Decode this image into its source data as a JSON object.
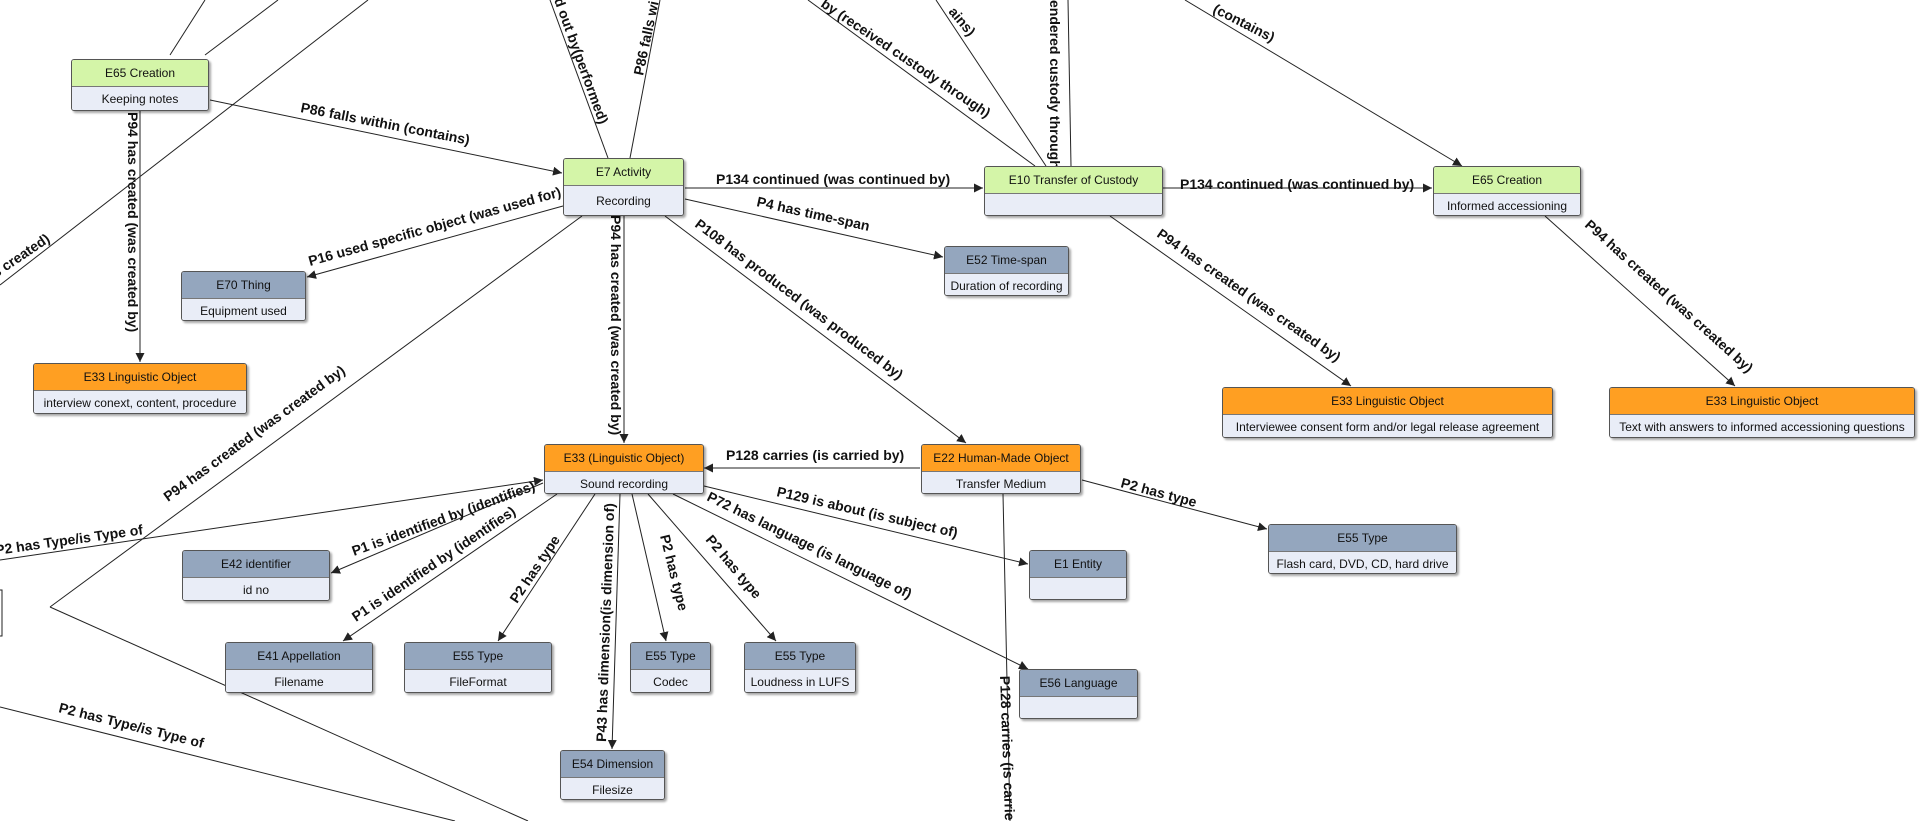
{
  "colors": {
    "activity_header": "#d4f5a8",
    "linguistic_header": "#ff9f22",
    "type_header": "#94a6be",
    "node_body": "#e9edf7",
    "edge": "#222222"
  },
  "nodes": [
    {
      "id": "creation_notes",
      "class": "E65 Creation",
      "label": "Keeping notes",
      "kind": "green"
    },
    {
      "id": "activity",
      "class": "E7 Activity",
      "label": "Recording",
      "kind": "green"
    },
    {
      "id": "custody",
      "class": "E10 Transfer of Custody",
      "label": "",
      "kind": "green"
    },
    {
      "id": "creation_informed",
      "class": "E65 Creation",
      "label": "Informed accessioning",
      "kind": "green"
    },
    {
      "id": "thing",
      "class": "E70 Thing",
      "label": "Equipment used",
      "kind": "blue"
    },
    {
      "id": "timespan",
      "class": "E52 Time-span",
      "label": "Duration of recording",
      "kind": "blue"
    },
    {
      "id": "ling_notes",
      "class": "E33 Linguistic Object",
      "label": "interview conext, content, procedure",
      "kind": "orange"
    },
    {
      "id": "ling_consent",
      "class": "E33 Linguistic Object",
      "label": "Interviewee consent form and/or legal release agreement",
      "kind": "orange"
    },
    {
      "id": "ling_answers",
      "class": "E33 Linguistic Object",
      "label": "Text with answers to informed accessioning questions",
      "kind": "orange"
    },
    {
      "id": "sound",
      "class": "E33 (Linguistic Object)",
      "label": "Sound recording",
      "kind": "orange"
    },
    {
      "id": "humanmade",
      "class": "E22 Human-Made Object",
      "label": "Transfer Medium",
      "kind": "orange"
    },
    {
      "id": "type_medium",
      "class": "E55 Type",
      "label": "Flash card, DVD, CD, hard drive",
      "kind": "blue"
    },
    {
      "id": "identifier",
      "class": "E42 identifier",
      "label": "id no",
      "kind": "blue"
    },
    {
      "id": "entity",
      "class": "E1 Entity",
      "label": "",
      "kind": "blue"
    },
    {
      "id": "appellation",
      "class": "E41 Appellation",
      "label": "Filename",
      "kind": "blue"
    },
    {
      "id": "type_format",
      "class": "E55 Type",
      "label": "FileFormat",
      "kind": "blue"
    },
    {
      "id": "type_codec",
      "class": "E55 Type",
      "label": "Codec",
      "kind": "blue"
    },
    {
      "id": "type_loudness",
      "class": "E55 Type",
      "label": "Loudness in LUFS",
      "kind": "blue"
    },
    {
      "id": "language",
      "class": "E56 Language",
      "label": "",
      "kind": "blue"
    },
    {
      "id": "dimension",
      "class": "E54 Dimension",
      "label": "Filesize",
      "kind": "blue"
    }
  ],
  "edge_labels": [
    "P86 falls within (contains)",
    "P94 has created (was created by)",
    "P134 continued (was continued by)",
    "P134 continued (was continued by)",
    "P16 used specific object (was used for)",
    "P4 has time-span",
    "P94 has created (was created by)",
    "P108 has produced (was produced by)",
    "P94 has created (was created by)",
    "P94 has created (was created by)",
    "P94 has created (was created by)",
    "P128 carries (is carried by)",
    "P2 has type",
    "P1 is identified by (identifies)",
    "P1 is identified by (identifies)",
    "P2 has type",
    "P43 has dimension(is dimension of)",
    "P2 has type",
    "P2 has type",
    "P72 has language (is language of)",
    "P129 is about (is subject of)",
    "P2 has Type/is Type of",
    "P2 has Type/is Type of",
    "P128 carries (is carrie",
    "d out by(performed)",
    "P86 falls wi",
    "by (received custody through)",
    "ains)",
    "endered custody through)",
    "(contains)",
    "s created)"
  ]
}
